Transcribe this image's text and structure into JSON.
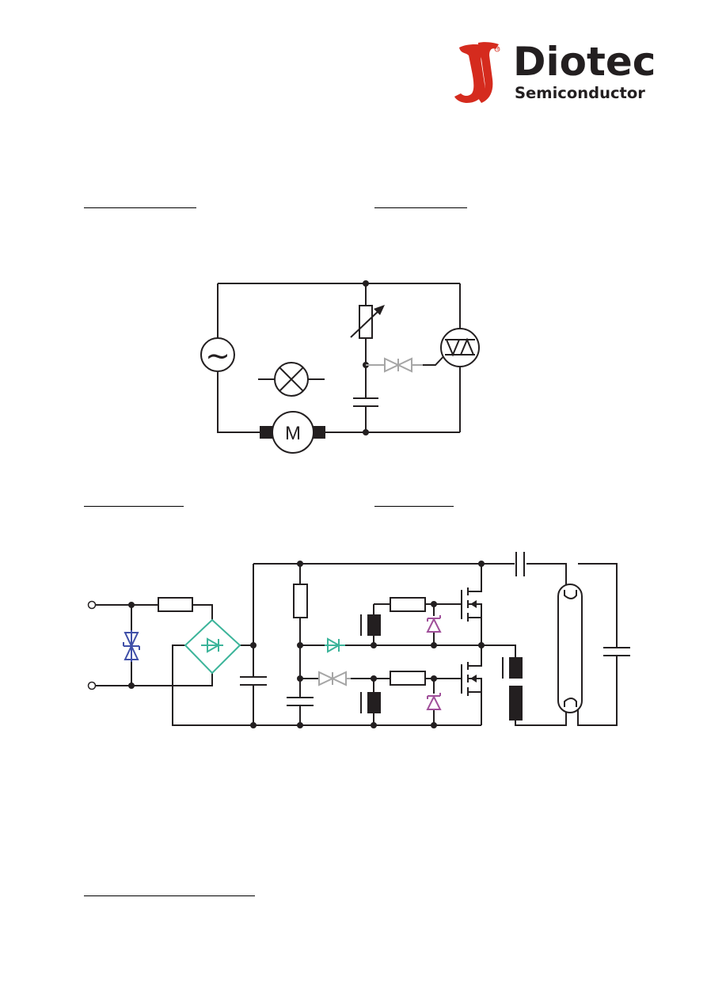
{
  "header": {
    "brand_name": "Diotec",
    "brand_subtitle": "Semiconductor",
    "logo_icon": "diotec-logo-icon",
    "brand_color": "#d52b1e",
    "registered_mark": "®"
  },
  "circuit1": {
    "motor_label": "M",
    "source_symbol": "~"
  },
  "colors": {
    "diac": "#a6a6a6",
    "tvs": "#4050a8",
    "bridge": "#3cb49a",
    "zener": "#a0509a",
    "wire": "#231f20"
  }
}
